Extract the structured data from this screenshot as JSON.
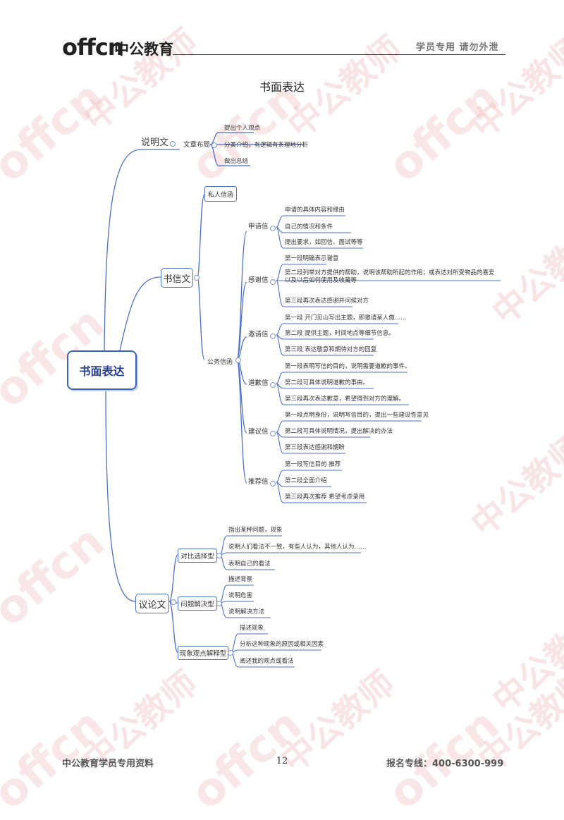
{
  "header": {
    "logo_en": "offcn",
    "logo_cn": "中公教育",
    "note": "学员专用  请勿外泄"
  },
  "watermark": {
    "en": "offcn",
    "cn": "中公教师"
  },
  "title": "书面表达",
  "root": "书面表达",
  "branches": {
    "explain": {
      "label": "说明文",
      "layout": {
        "label": "文章布局",
        "leaves": [
          "提出个人观点",
          "分类介绍，有逻辑有条理地分析",
          "做出总结"
        ]
      }
    },
    "letter": {
      "label": "书信文",
      "private": "私人信函",
      "official": "公务信函",
      "groups": [
        {
          "label": "申请信",
          "leaves": [
            "申请的具体内容和缘由",
            "自己的情况和条件",
            "提出要求，如回信、面试等等"
          ]
        },
        {
          "label": "感谢信",
          "leaves": [
            "第一段明确表示谢意",
            "第二段列举对方提供的帮助，说明该帮助所起的作用；或表达对所受物品的喜爱以及以后如何使用及收藏等",
            "第三段再次表达感谢并问候对方"
          ]
        },
        {
          "label": "邀请信",
          "leaves": [
            "第一段 开门见山写出主题，即邀请某人做……",
            "第二段 提供主题，时间地点等细节信息。",
            "第三段 表达敬意和期待对方的回复"
          ]
        },
        {
          "label": "道歉信",
          "leaves": [
            "第一段表明写信的目的，说明需要道歉的事件。",
            "第二段可具体说明道歉的事由。",
            "第三段再次表达歉意，希望得到对方的理解。"
          ]
        },
        {
          "label": "建议信",
          "leaves": [
            "第一段点明身份，说明写信目的，提出一些建设性意见",
            "第二段可具体说明情况，提出解决的办法",
            "第三段表达感谢和期盼"
          ]
        },
        {
          "label": "推荐信",
          "leaves": [
            "第一段写信目的 推荐",
            "第二段全面介绍",
            "第三段再次推荐 希望考虑录用"
          ]
        }
      ]
    },
    "argue": {
      "label": "议论文",
      "groups": [
        {
          "label": "对比选择型",
          "leaves": [
            "指出某种问题，现象",
            "说明人们看法不一致，有些人认为，其他人认为……",
            "表明自己的看法"
          ]
        },
        {
          "label": "问题解决型",
          "leaves": [
            "描述背景",
            "说明危害",
            "说明解决方法"
          ]
        },
        {
          "label": "现象观点解释型",
          "leaves": [
            "描述现象",
            "分析这种现象的原因或相关因素",
            "阐述我的观点或看法"
          ]
        }
      ]
    }
  },
  "footer": {
    "left": "中公教育学员专用资料",
    "page": "12",
    "right": "报名专线：400-6300-999"
  },
  "colors": {
    "line": "#4a70c8",
    "line_dark": "#2e4a9a",
    "watermark": "#f1c4c4"
  }
}
